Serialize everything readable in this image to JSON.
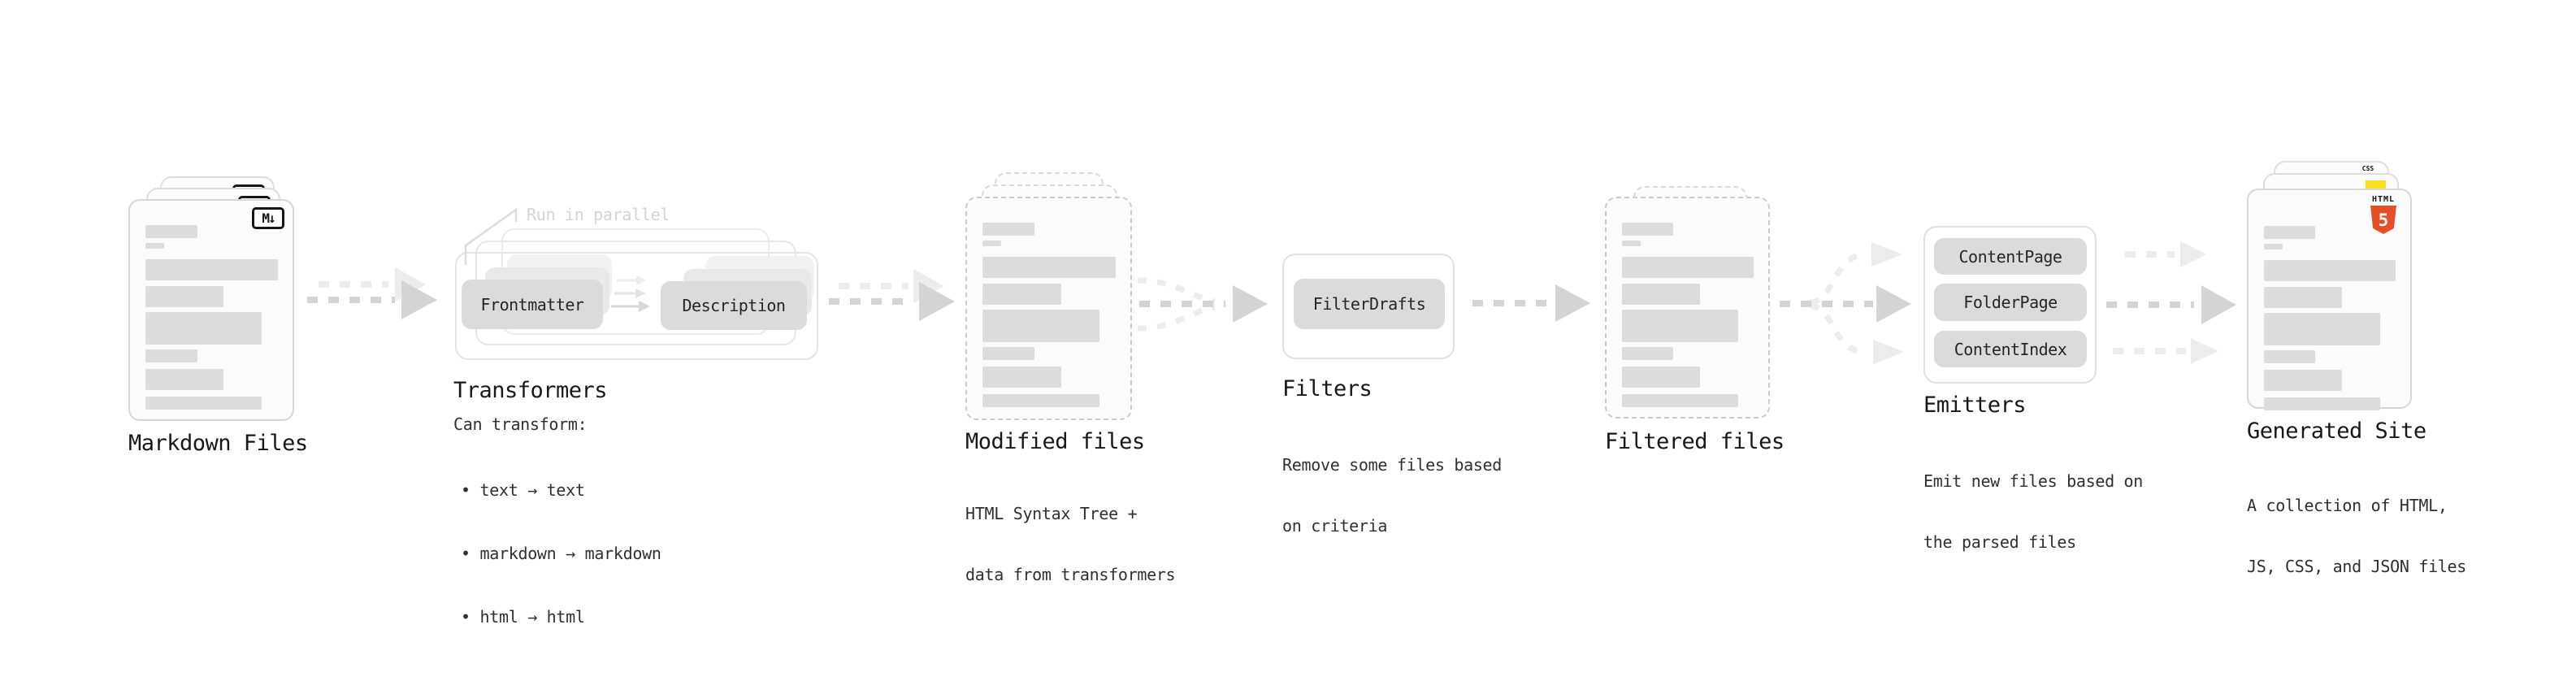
{
  "diagram": {
    "markdown": {
      "label": "Markdown Files",
      "badge": "M↓"
    },
    "transformers": {
      "annotation": "Run in parallel",
      "nodes": [
        "Frontmatter",
        "Description"
      ],
      "label": "Transformers",
      "desc_title": "Can transform:",
      "bullets": [
        "text → text",
        "markdown → markdown",
        "html → html"
      ]
    },
    "modified": {
      "label": "Modified files",
      "desc_lines": [
        "HTML Syntax Tree +",
        "data from transformers"
      ]
    },
    "filters": {
      "nodes": [
        "FilterDrafts"
      ],
      "label": "Filters",
      "desc_lines": [
        "Remove some files based",
        "on criteria"
      ]
    },
    "filtered": {
      "label": "Filtered files"
    },
    "emitters": {
      "nodes": [
        "ContentPage",
        "FolderPage",
        "ContentIndex"
      ],
      "label": "Emitters",
      "desc_lines": [
        "Emit new files based on",
        "the parsed files"
      ]
    },
    "generated": {
      "label": "Generated Site",
      "desc_lines": [
        "A collection of HTML,",
        "JS, CSS, and JSON files"
      ],
      "badges": {
        "html_caption": "HTML",
        "html_numeral": "5",
        "css_caption": "CSS"
      }
    }
  },
  "colors": {
    "arrow_dark": "#d4d4d4",
    "arrow_light": "#ececec",
    "node_fill": "#dbdbdb",
    "card_border": "#d7d7d7",
    "bar_fill": "#dcdcdc",
    "annotation_text": "#d4d4d4",
    "label_text": "#181818",
    "html5_orange": "#e54e26",
    "js_yellow": "#f7df1e",
    "css_blue": "#2965f1"
  }
}
